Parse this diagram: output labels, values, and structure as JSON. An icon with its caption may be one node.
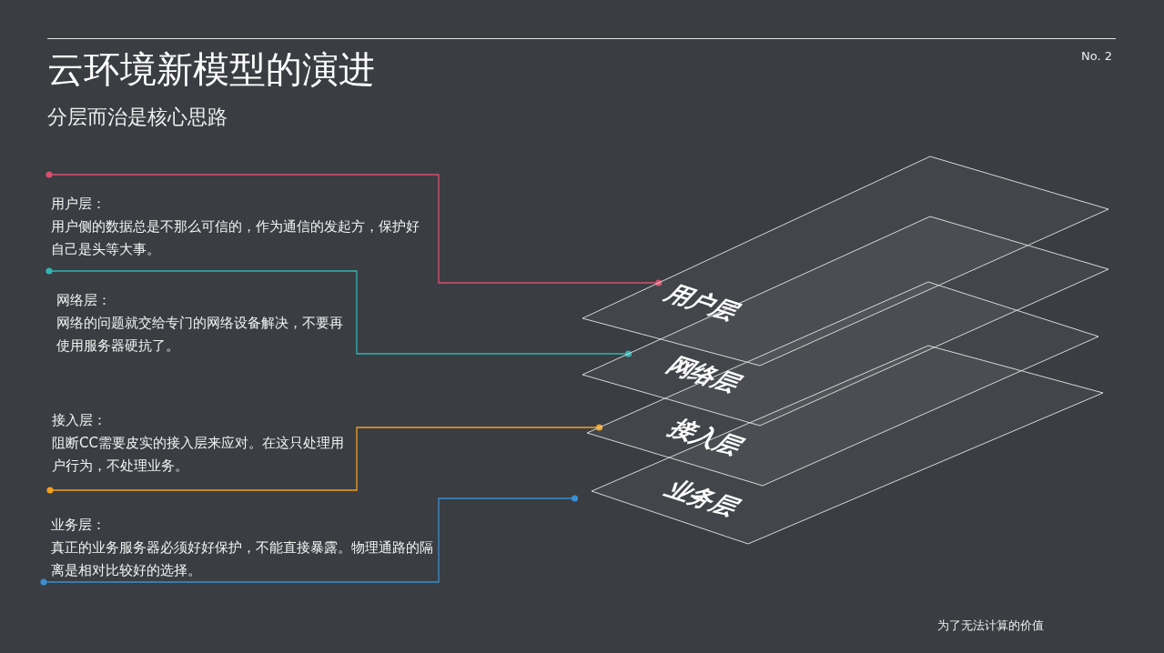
{
  "diagram": {
    "title": "云环境新模型的演进",
    "nodes": [
      {
        "text": [
          "用户层：",
          "用户侧的数据总是不那么可信的，作为通信的发起方，保护好自己是头等大事。"
        ]
      },
      {
        "text": [
          "网络层：",
          "网络的问题就交给专门的网络设备解决，不要再使用服务器硬抗了。"
        ]
      },
      {
        "text": [
          "接入层：",
          "阻断CC需要皮实的接入层来应对。在这只处理用户行为，不处理业务。"
        ]
      },
      {
        "text": [
          "业务层：",
          "真正的业务服务器必须好好保护，不能直接暴露。物理通路的隔离是相对比较好的选择。"
        ]
      },
      {
        "text": [
          "用户层"
        ]
      },
      {
        "text": [
          "网络层"
        ]
      },
      {
        "text": [
          "接入层"
        ]
      },
      {
        "text": [
          "业务层"
        ]
      }
    ],
    "edges": [
      {
        "from": 0,
        "to": 4,
        "arrow": "other",
        "color": "#d9506e"
      },
      {
        "from": 1,
        "to": 5,
        "arrow": "other",
        "color": "#2fb5b0"
      },
      {
        "from": 2,
        "to": 6,
        "arrow": "other",
        "color": "#f0a020"
      },
      {
        "from": 3,
        "to": 7,
        "arrow": "other",
        "color": "#3a8fd0"
      }
    ],
    "labels": [
      "No. 2",
      "分层而治是核心思路",
      "为了无法计算的价值"
    ]
  }
}
